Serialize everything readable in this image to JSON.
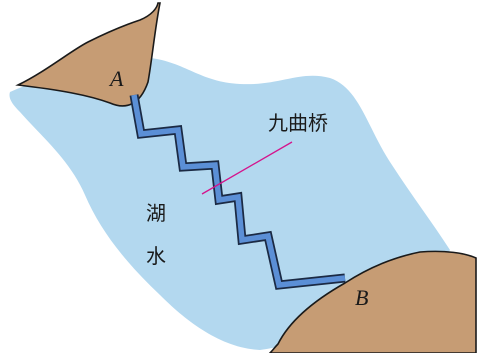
{
  "diagram": {
    "point_a_label": "A",
    "point_b_label": "B",
    "bridge_label": "九曲桥",
    "water_label_line1": "湖",
    "water_label_line2": "水"
  },
  "colors": {
    "water": "#b3d8ef",
    "land": "#c69c74",
    "bridge_fill": "#5b8fd6",
    "bridge_stroke": "#1b2a44",
    "pointer_line": "#d4148c",
    "outline": "#1a1a1a"
  }
}
